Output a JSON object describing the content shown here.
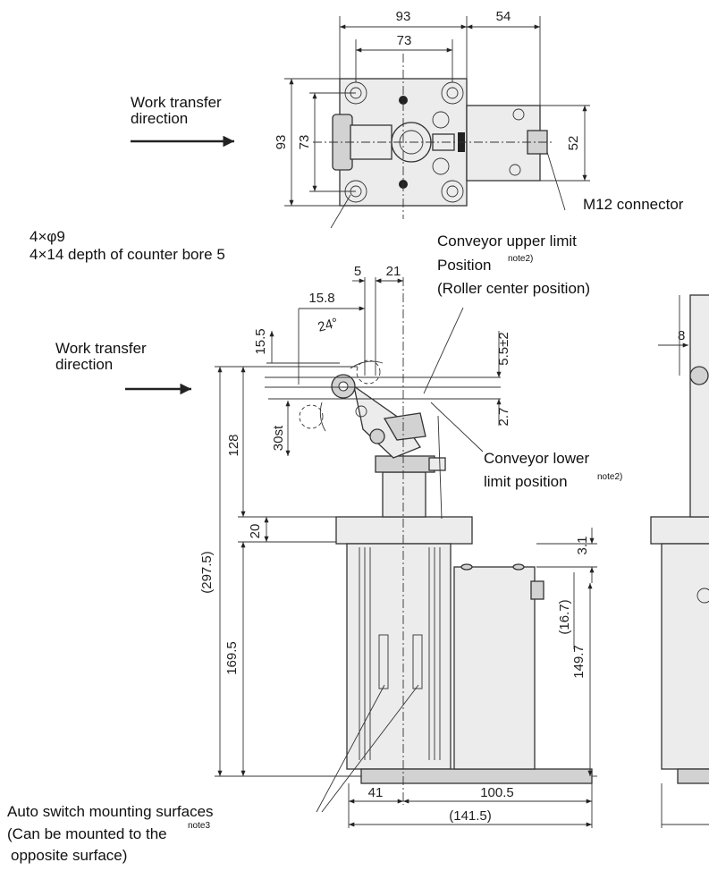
{
  "top_view": {
    "dims": {
      "width_outer": "93",
      "width_inner": "73",
      "motor_length": "54",
      "height_outer": "93",
      "height_inner": "73",
      "motor_height": "52"
    },
    "work_transfer_label": "Work transfer\ndirection",
    "connector_label": "M12 connector"
  },
  "hole_note": {
    "line1": "4×φ9",
    "line2": "4×14 depth of counter bore 5"
  },
  "side_view": {
    "work_transfer_label": "Work transfer\ndirection",
    "upper_limit": {
      "line1": "Conveyor upper limit",
      "line2": "Position",
      "note": "note2)",
      "line3": "(Roller center position)"
    },
    "lower_limit": {
      "line1": "Conveyor lower",
      "line2": "limit position",
      "note": "note2)"
    },
    "dims": {
      "d5": "5",
      "d21": "21",
      "d15_8": "15.8",
      "d24": "24°",
      "d15_5": "15.5",
      "d5_5": "5.5±2",
      "d2_7": "2.7",
      "d30st": "30st",
      "d128": "128",
      "d20": "20",
      "d297_5": "(297.5)",
      "d169_5": "169.5",
      "d3_1": "3.1",
      "d16_7": "(16.7)",
      "d149_7": "149.7",
      "d41": "41",
      "d100_5": "100.5",
      "d141_5": "(141.5)"
    }
  },
  "right_view": {
    "dims": {
      "d8": "8"
    }
  },
  "auto_switch": {
    "line1": "Auto switch mounting surfaces",
    "line2": "(Can be mounted to the",
    "line3": "opposite surface)",
    "note": "note3"
  }
}
